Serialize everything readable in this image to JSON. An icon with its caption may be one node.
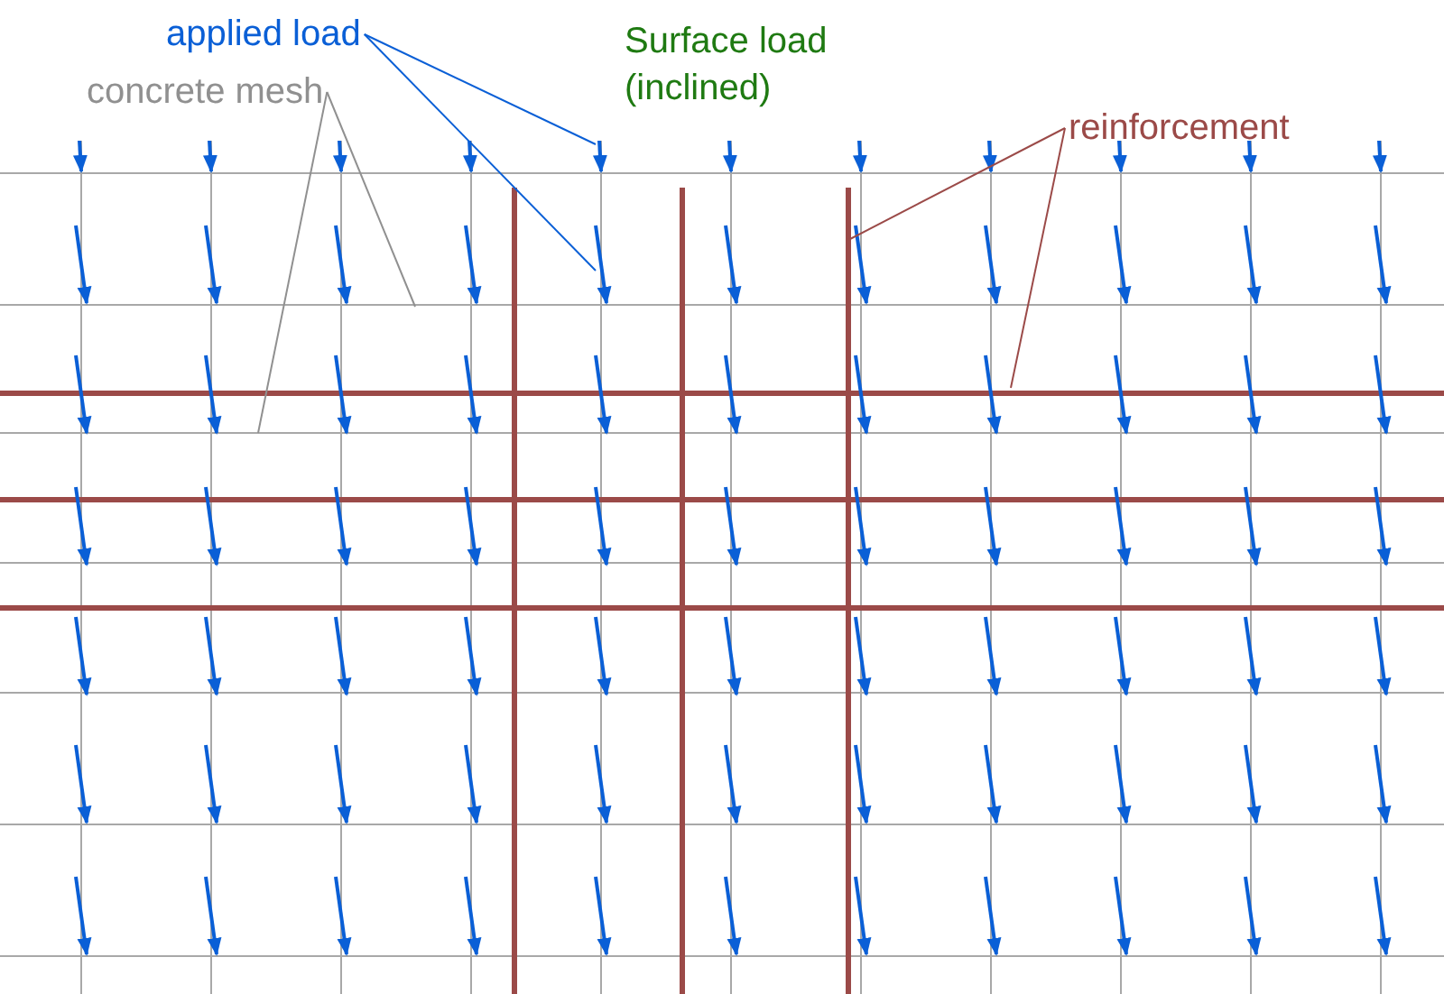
{
  "diagram": {
    "nodes": [
      {
        "text": [
          "applied load"
        ]
      },
      {
        "text": [
          "concrete mesh"
        ]
      },
      {
        "text": [
          "reinforcement"
        ]
      }
    ],
    "edges": [
      {
        "from": 0,
        "to": null,
        "arrow": "none",
        "color": "#0a5fd6"
      },
      {
        "from": 0,
        "to": null,
        "arrow": "none",
        "color": "#0a5fd6"
      },
      {
        "from": 1,
        "to": null,
        "arrow": "none",
        "color": "#909090"
      },
      {
        "from": 1,
        "to": null,
        "arrow": "none",
        "color": "#909090"
      },
      {
        "from": 2,
        "to": null,
        "arrow": "none",
        "color": "#9b4a48"
      },
      {
        "from": 2,
        "to": null,
        "arrow": "none",
        "color": "#9b4a48"
      }
    ],
    "labels": [
      "Surface load (inclined)"
    ]
  }
}
